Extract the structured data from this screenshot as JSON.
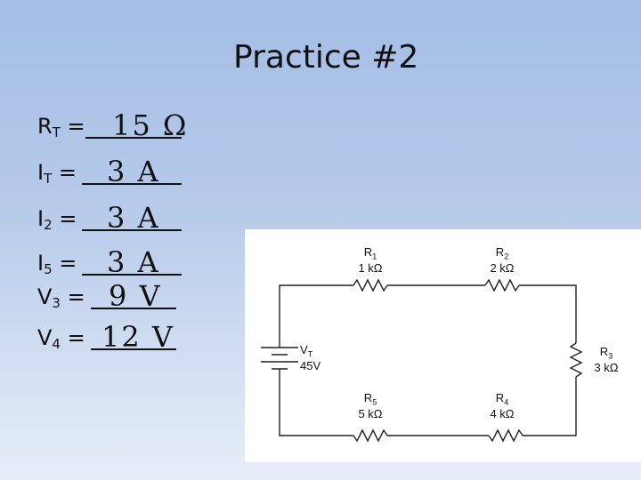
{
  "slide": {
    "title": "Practice #2"
  },
  "answers": [
    {
      "var": "R",
      "sub": "T",
      "value": "15 Ω"
    },
    {
      "var": "I",
      "sub": "T",
      "value": "3 A"
    },
    {
      "var": "I",
      "sub": "2",
      "value": "3 A"
    },
    {
      "var": "I",
      "sub": "5",
      "value": "3 A"
    },
    {
      "var": "V",
      "sub": "3",
      "value": "9 V"
    },
    {
      "var": "V",
      "sub": "4",
      "value": "12 V"
    }
  ],
  "circuit": {
    "source": {
      "name": "V",
      "sub": "T",
      "value": "45V"
    },
    "r1": {
      "name": "R",
      "sub": "1",
      "value": "1 kΩ"
    },
    "r2": {
      "name": "R",
      "sub": "2",
      "value": "2 kΩ"
    },
    "r3": {
      "name": "R",
      "sub": "3",
      "value": "3 kΩ"
    },
    "r4": {
      "name": "R",
      "sub": "4",
      "value": "4 kΩ"
    },
    "r5": {
      "name": "R",
      "sub": "5",
      "value": "5 kΩ"
    }
  }
}
